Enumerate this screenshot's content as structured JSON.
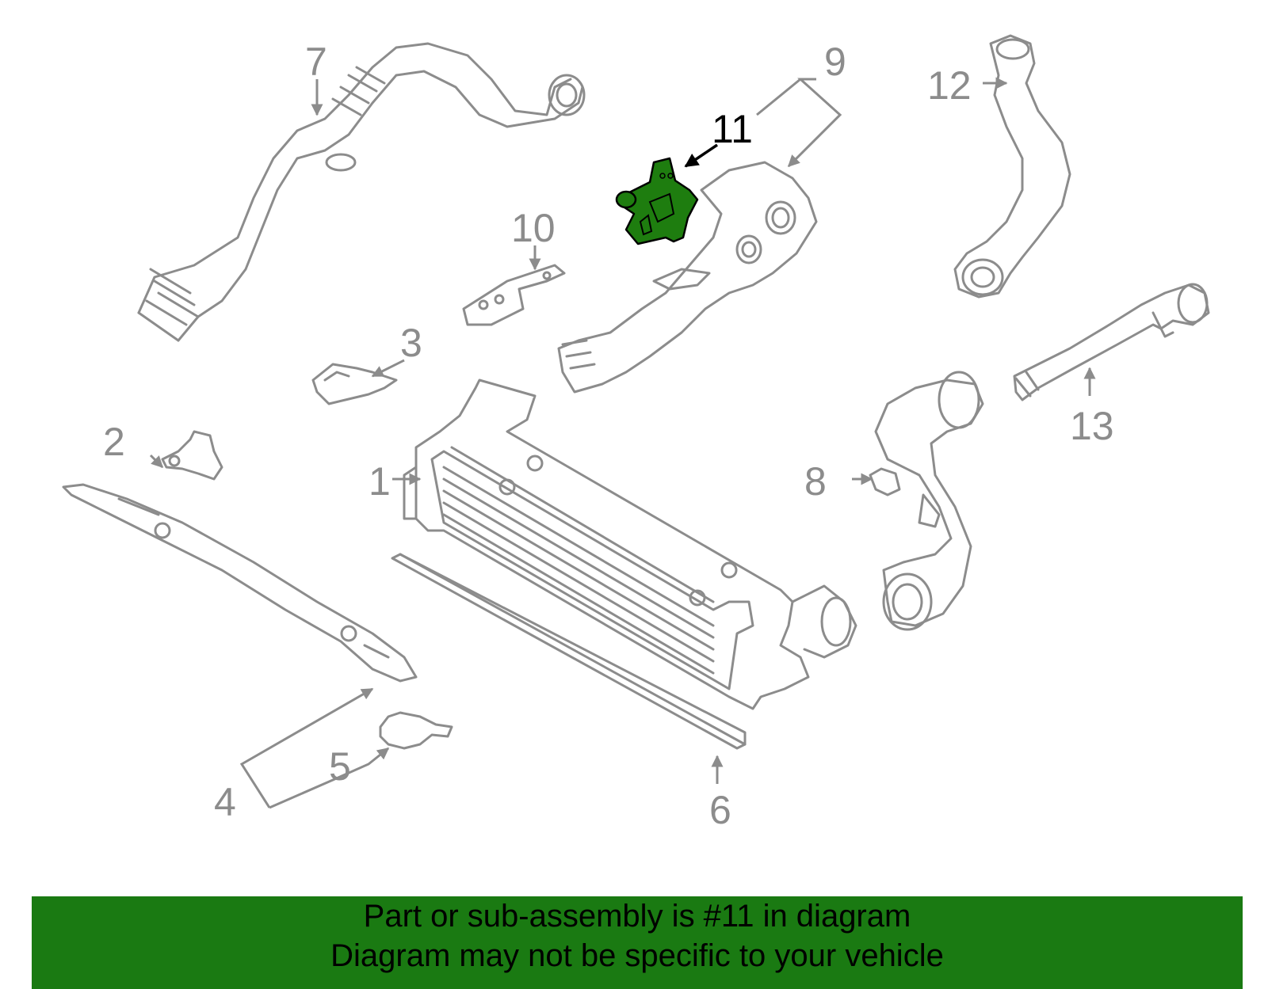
{
  "highlight_color": "#1e7d0f",
  "banner": {
    "bg_color": "#1a7a12",
    "line1": "Part or sub-assembly is #11 in diagram",
    "line2": "Diagram may not be specific to your vehicle"
  },
  "callouts": {
    "c1": "1",
    "c2": "2",
    "c3": "3",
    "c4": "4",
    "c5": "5",
    "c6": "6",
    "c7": "7",
    "c8": "8",
    "c9": "9",
    "c10": "10",
    "c11": "11",
    "c12": "12",
    "c13": "13"
  }
}
